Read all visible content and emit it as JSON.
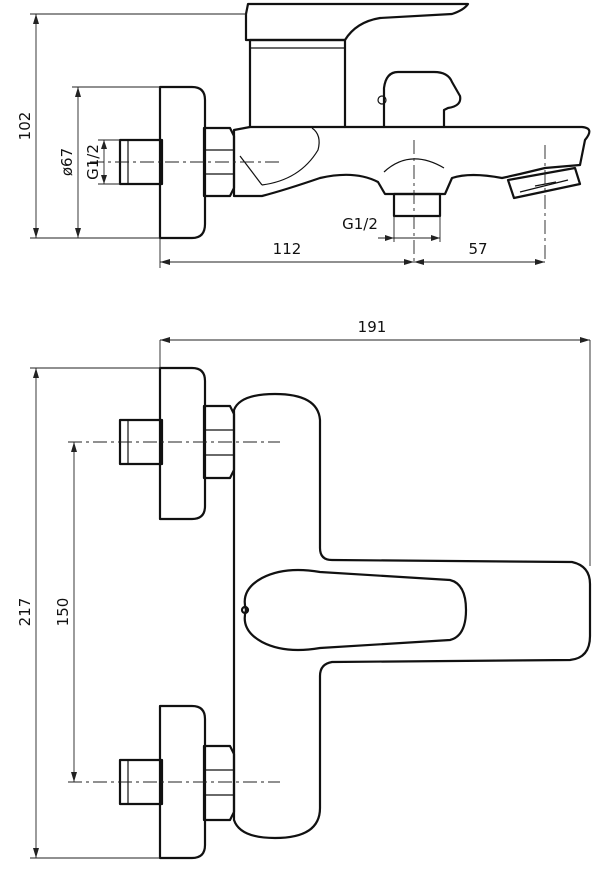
{
  "side_view": {
    "height_dim": "102",
    "flange_dia_dim": "ø67",
    "inlet_thread_dim": "G1/2",
    "outlet_thread_dim": "G1/2",
    "wall_to_outlet_dim": "112",
    "outlet_to_spout_dim": "57"
  },
  "top_view": {
    "width_dim": "191",
    "height_dim": "217",
    "center_distance_dim": "150"
  },
  "colors": {
    "line": "#111111",
    "background": "#ffffff"
  }
}
